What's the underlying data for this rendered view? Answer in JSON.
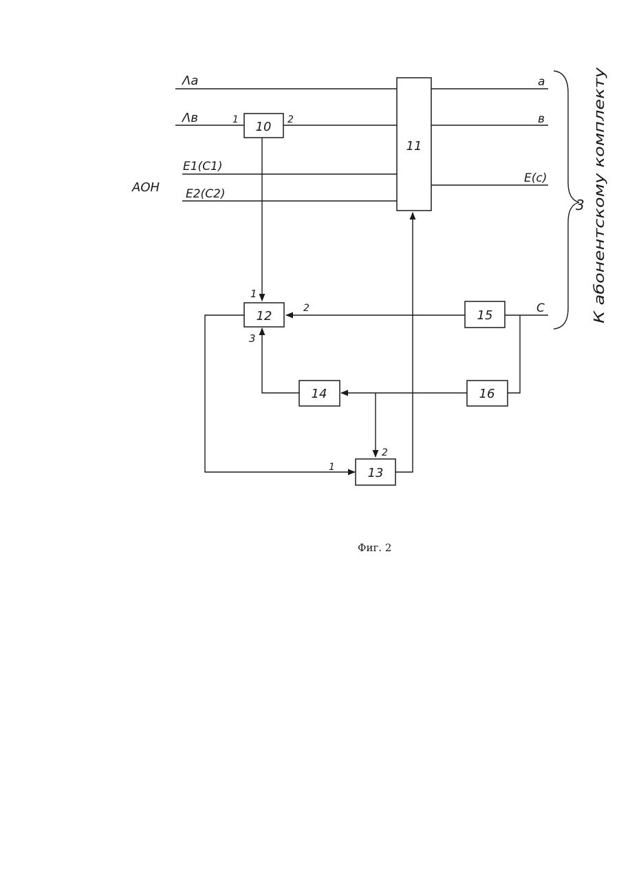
{
  "inputs": {
    "line_a": "Λа",
    "line_b": "Λв",
    "e1": "E1(C1)",
    "e2": "E2(C2)",
    "group": "AOH"
  },
  "outputs": {
    "a": "а",
    "b": "в",
    "e": "E(c)",
    "c": "С"
  },
  "blocks": {
    "b10": "10",
    "b11": "11",
    "b12": "12",
    "b13": "13",
    "b14": "14",
    "b15": "15",
    "b16": "16"
  },
  "ports": {
    "p10_in": "1",
    "p10_out": "2",
    "p12_1": "1",
    "p12_2": "2",
    "p12_3": "3",
    "p13_1": "1",
    "p13_2": "2"
  },
  "side": {
    "brace_num": "3",
    "text": "К абонентскому комплекту"
  },
  "caption": "Фиг. 2"
}
